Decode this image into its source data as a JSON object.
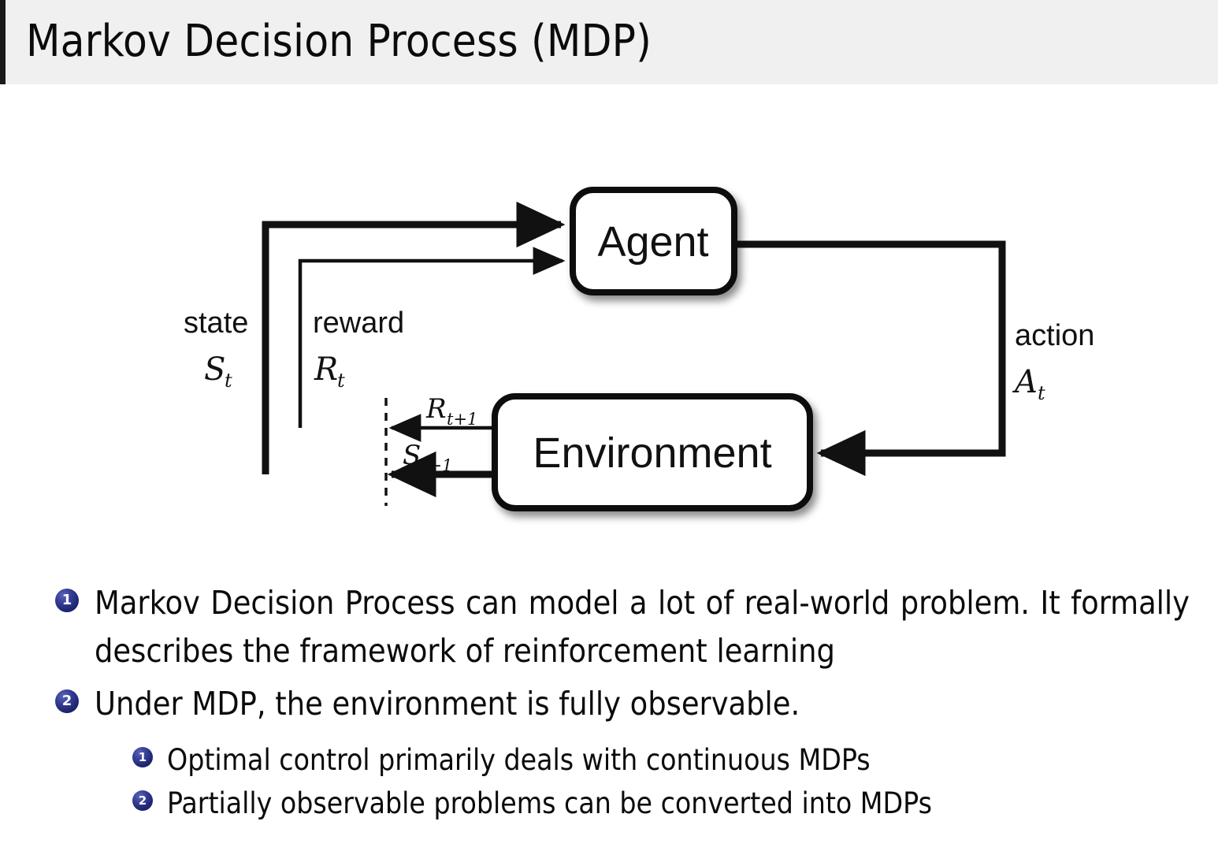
{
  "slide": {
    "title": "Markov Decision Process (MDP)"
  },
  "diagram": {
    "name": "mdp-agent-environment-loop",
    "agent_box_label": "Agent",
    "environment_box_label": "Environment",
    "state_label": "state",
    "state_symbol": "S",
    "state_symbol_sub": "t",
    "reward_label": "reward",
    "reward_symbol": "R",
    "reward_symbol_sub": "t",
    "action_label": "action",
    "action_symbol": "A",
    "action_symbol_sub": "t",
    "reward_next_symbol": "R",
    "reward_next_sub": "t+1",
    "state_next_symbol": "S",
    "state_next_sub": "t+1",
    "stroke_color": "#111111",
    "fill_color": "#ffffff"
  },
  "bullets": {
    "items": [
      {
        "number": "1",
        "text": "Markov Decision Process can model a lot of real-world problem. It formally describes the framework of reinforcement learning",
        "level": 1
      },
      {
        "number": "2",
        "text": "Under MDP, the environment is fully observable.",
        "level": 1
      },
      {
        "number": "1",
        "text": "Optimal control primarily deals with continuous MDPs",
        "level": 2
      },
      {
        "number": "2",
        "text": "Partially observable problems can be converted into MDPs",
        "level": 2
      }
    ]
  },
  "theme": {
    "header_background": "#f0f0f0",
    "header_rule": "#1a1a1a",
    "badge_color": "#2a3180",
    "text_color": "#0b0b0b",
    "page_background": "#ffffff"
  }
}
